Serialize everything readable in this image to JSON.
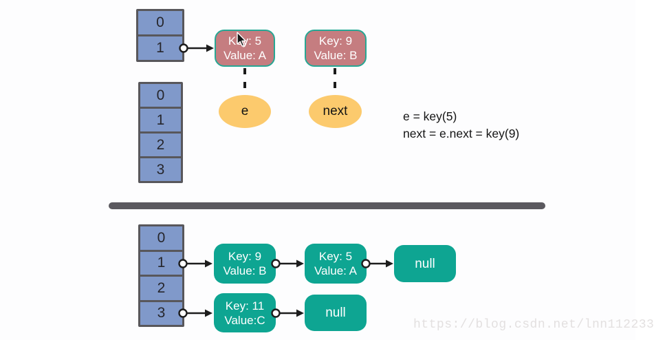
{
  "top": {
    "array_small": {
      "cells": [
        "0",
        "1"
      ]
    },
    "array_large": {
      "cells": [
        "0",
        "1",
        "2",
        "3"
      ]
    },
    "node_key5": {
      "line1": "Key: 5",
      "line2": "Value: A"
    },
    "node_key9": {
      "line1": "Key: 9",
      "line2": "Value: B"
    },
    "ellipse_e": "e",
    "ellipse_next": "next",
    "code_line1": "e = key(5)",
    "code_line2": "next = e.next = key(9)"
  },
  "bottom": {
    "array": {
      "cells": [
        "0",
        "1",
        "2",
        "3"
      ]
    },
    "row1": {
      "node1": {
        "line1": "Key: 9",
        "line2": "Value: B"
      },
      "node2": {
        "line1": "Key: 5",
        "line2": "Value: A"
      },
      "node3": {
        "label": "null"
      }
    },
    "row2": {
      "node1": {
        "line1": "Key: 11",
        "line2": "Value:C"
      },
      "node2": {
        "label": "null"
      }
    }
  },
  "watermark": "https://blog.csdn.net/lnn112233",
  "colors": {
    "bucket_fill": "#8099ca",
    "bucket_border": "#58575b",
    "entry_pink": "#c57d80",
    "entry_pink_border": "#27a794",
    "entry_teal": "#0ea592",
    "ellipse_yellow": "#fcca6d",
    "divider": "#5b595f",
    "connector": "#1d1d1d",
    "watermark_gray": "#e3e0e0"
  }
}
